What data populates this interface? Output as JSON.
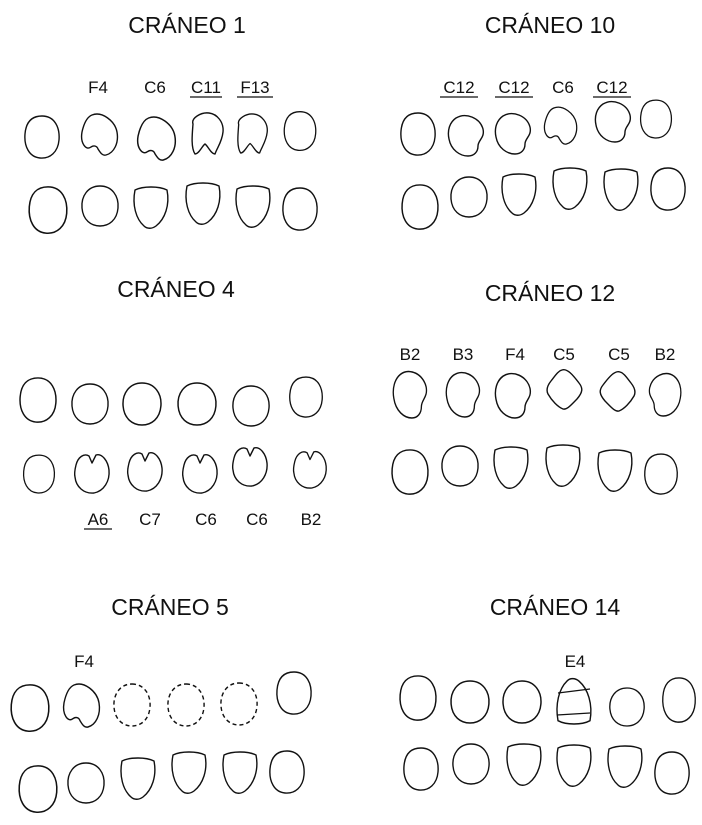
{
  "skulls": [
    {
      "title": "CRÁNEO 1",
      "labels": [
        {
          "text": "F4",
          "underline": false
        },
        {
          "text": "C6",
          "underline": false
        },
        {
          "text": "C11",
          "underline": true
        },
        {
          "text": "F13",
          "underline": true
        }
      ]
    },
    {
      "title": "CRÁNEO 10",
      "labels": [
        {
          "text": "C12",
          "underline": true
        },
        {
          "text": "C12",
          "underline": true
        },
        {
          "text": "C6",
          "underline": false
        },
        {
          "text": "C12",
          "underline": true
        }
      ]
    },
    {
      "title": "CRÁNEO 4",
      "labels": [
        {
          "text": "A6",
          "underline": true
        },
        {
          "text": "C7",
          "underline": false
        },
        {
          "text": "C6",
          "underline": false
        },
        {
          "text": "C6",
          "underline": false
        },
        {
          "text": "B2",
          "underline": false
        }
      ]
    },
    {
      "title": "CRÁNEO 12",
      "labels": [
        {
          "text": "B2",
          "underline": false
        },
        {
          "text": "B3",
          "underline": false
        },
        {
          "text": "F4",
          "underline": false
        },
        {
          "text": "C5",
          "underline": false
        },
        {
          "text": "C5",
          "underline": false
        },
        {
          "text": "B2",
          "underline": false
        }
      ]
    },
    {
      "title": "CRÁNEO 5",
      "labels": [
        {
          "text": "F4",
          "underline": false
        }
      ]
    },
    {
      "title": "CRÁNEO 14",
      "labels": [
        {
          "text": "E4",
          "underline": false
        }
      ]
    }
  ]
}
